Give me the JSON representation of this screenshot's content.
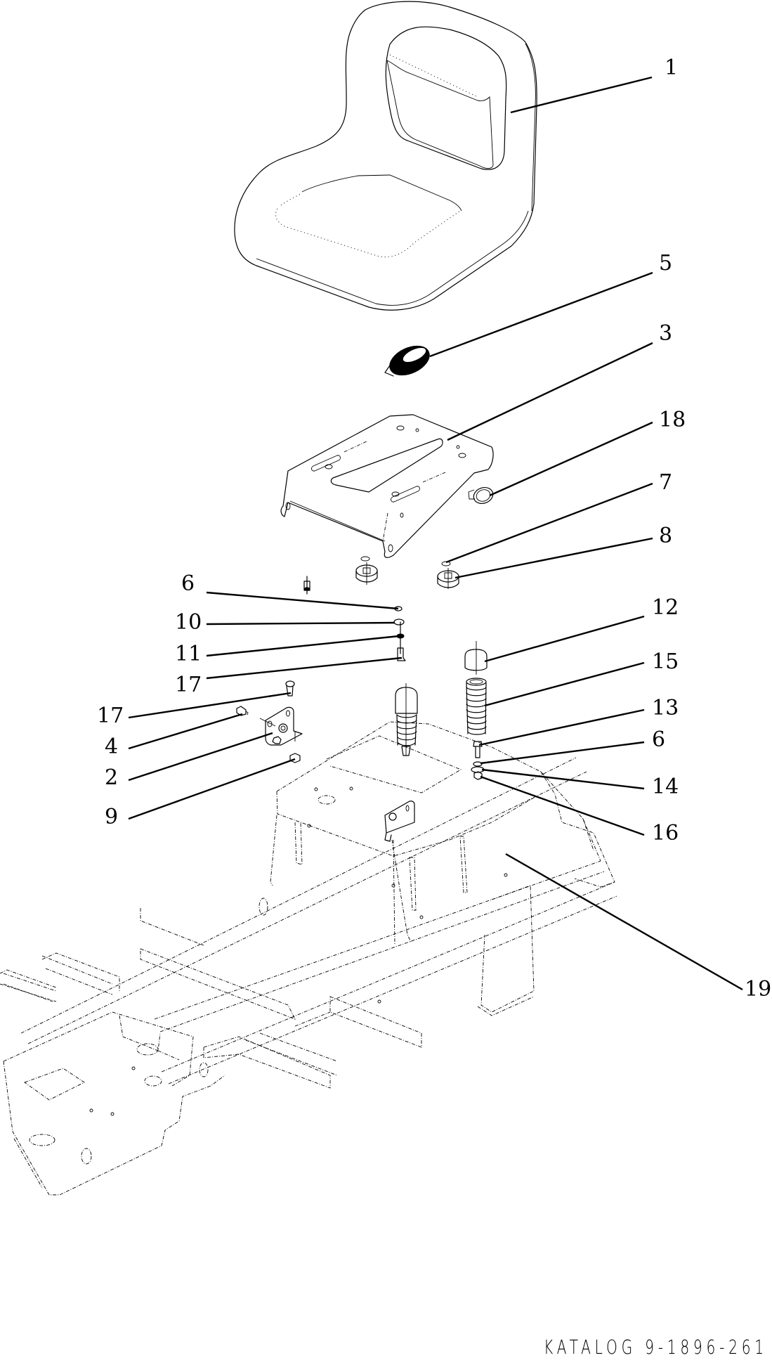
{
  "diagram": {
    "title": "Seat and seat suspension exploded parts view",
    "catalog_reference": "KATALOG 9-1896-261",
    "callouts": [
      {
        "id": "c1",
        "number": "1",
        "part": "seat"
      },
      {
        "id": "c5",
        "number": "5",
        "part": "seat-switch"
      },
      {
        "id": "c3",
        "number": "3",
        "part": "seat-bracket"
      },
      {
        "id": "c18",
        "number": "18",
        "part": "adjustment-knob"
      },
      {
        "id": "c7",
        "number": "7",
        "part": "washer"
      },
      {
        "id": "c8",
        "number": "8",
        "part": "knob"
      },
      {
        "id": "c6a",
        "number": "6",
        "part": "washer"
      },
      {
        "id": "c10",
        "number": "10",
        "part": "washer"
      },
      {
        "id": "c11",
        "number": "11",
        "part": "nut"
      },
      {
        "id": "c17a",
        "number": "17",
        "part": "bolt"
      },
      {
        "id": "c12",
        "number": "12",
        "part": "spring-cap"
      },
      {
        "id": "c15",
        "number": "15",
        "part": "spring"
      },
      {
        "id": "c17b",
        "number": "17",
        "part": "bolt"
      },
      {
        "id": "c4",
        "number": "4",
        "part": "nut"
      },
      {
        "id": "c13",
        "number": "13",
        "part": "bolt"
      },
      {
        "id": "c6b",
        "number": "6",
        "part": "washer"
      },
      {
        "id": "c2",
        "number": "2",
        "part": "hinge-plate"
      },
      {
        "id": "c14",
        "number": "14",
        "part": "washer"
      },
      {
        "id": "c9",
        "number": "9",
        "part": "nut"
      },
      {
        "id": "c16",
        "number": "16",
        "part": "nut"
      },
      {
        "id": "c19",
        "number": "19",
        "part": "frame"
      }
    ]
  }
}
